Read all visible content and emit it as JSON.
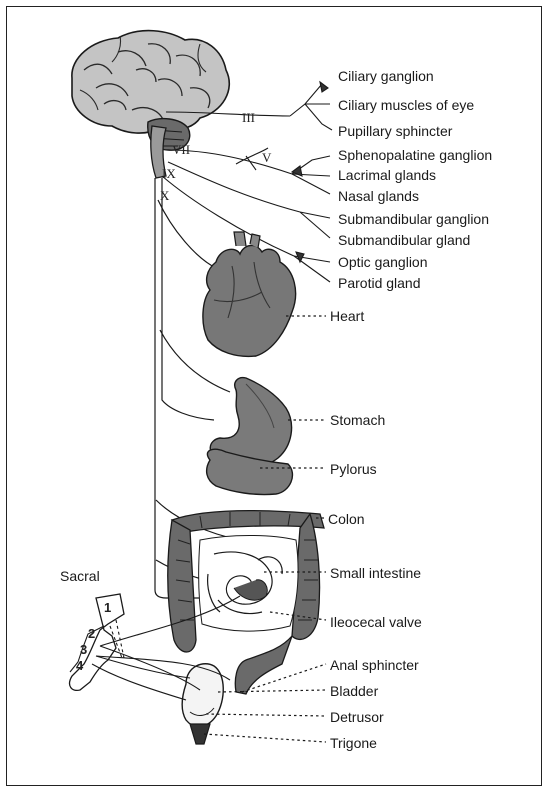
{
  "colors": {
    "ink": "#1a1a1a",
    "organ_fill": "#6f6f6f",
    "organ_dark": "#3a3a3a",
    "brain_fill": "#b8b8b8",
    "background": "#ffffff"
  },
  "nerve_labels": [
    "III",
    "VII",
    "IX",
    "X"
  ],
  "sacral": {
    "title": "Sacral",
    "segments": [
      "1",
      "2",
      "3",
      "4"
    ]
  },
  "cranial_targets": [
    "Ciliary ganglion",
    "Ciliary muscles of eye",
    "Pupillary sphincter",
    "Sphenopalatine ganglion",
    "Lacrimal glands",
    "Nasal glands",
    "Submandibular ganglion",
    "Submandibular gland",
    "Optic ganglion",
    "Parotid gland"
  ],
  "visceral_targets": [
    "Heart",
    "Stomach",
    "Pylorus",
    "Colon",
    "Small intestine",
    "Ileocecal valve",
    "Anal sphincter",
    "Bladder",
    "Detrusor",
    "Trigone"
  ]
}
